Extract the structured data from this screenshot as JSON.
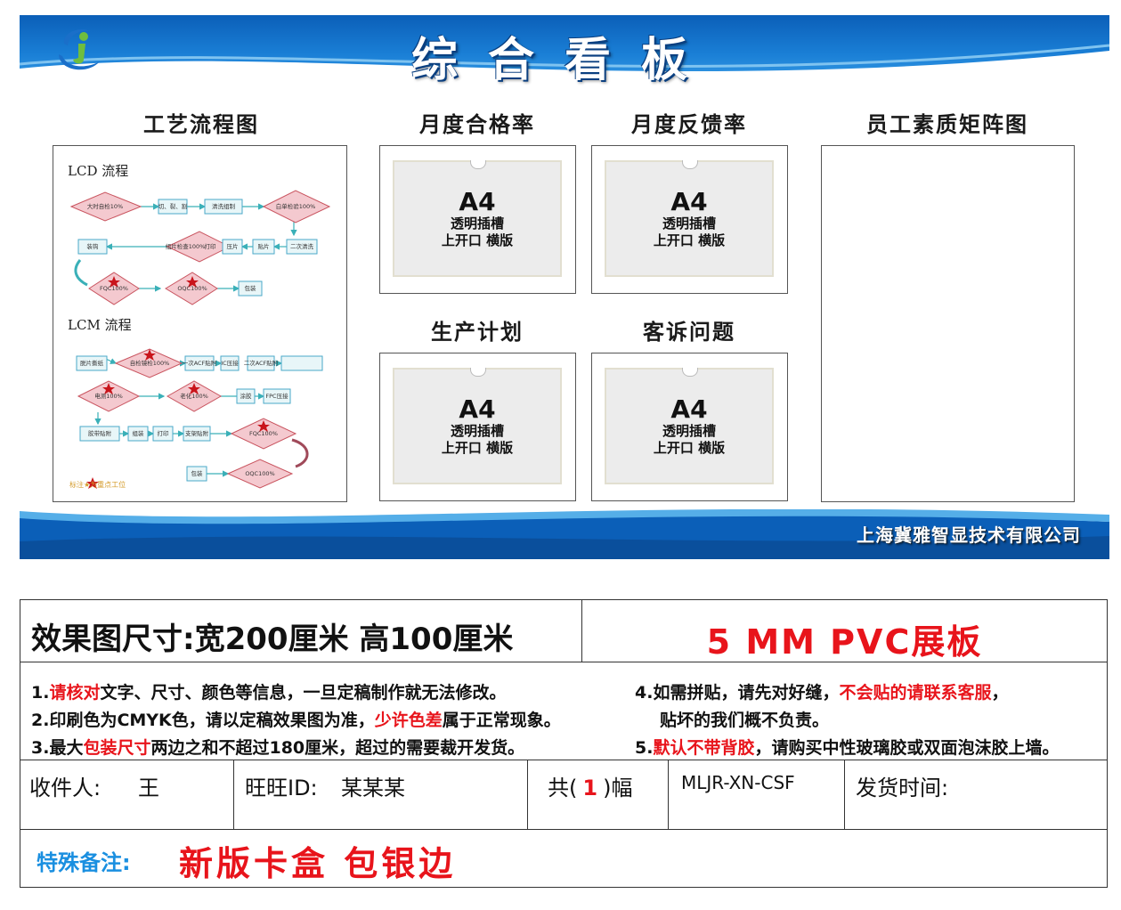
{
  "board": {
    "title": "综合看板",
    "company": "上海冀雅智显技术有限公司",
    "sections": {
      "process": "工艺流程图",
      "pass_rate": "月度合格率",
      "feedback_rate": "月度反馈率",
      "plan": "生产计划",
      "complaints": "客诉问题",
      "matrix": "员工素质矩阵图"
    },
    "slot": {
      "size": "A4",
      "line1": "透明插槽",
      "line2": "上开口 横版"
    },
    "flow": {
      "lcd_title": "LCD 流程",
      "lcd_nodes": [
        "大时自检10%",
        "切、裂、割",
        "清洗组制",
        "白单检验100%",
        "二次清洗",
        "贴片",
        "压片",
        "打印",
        "组片检查100%",
        "装钩",
        "FQC100%",
        "OQC100%",
        "包装"
      ],
      "lcm_title": "LCM 流程",
      "lcm_nodes": [
        "脱片撕纸",
        "自检镜检100%",
        "一次ACF贴附",
        "IC压接",
        "二次ACF贴附",
        "电测100%",
        "老化100%",
        "涂胶",
        "FPC压接",
        "胶带贴附",
        "组装",
        "打印",
        "支架贴附",
        "FQC100%",
        "OQC100%",
        "包装"
      ],
      "legend": "标注★为重点工位"
    }
  },
  "spec": {
    "size": "效果图尺寸:宽200厘米  高100厘米",
    "material": "5 MM PVC展板",
    "notes": {
      "n1_a": "1.",
      "n1_b": "请核对",
      "n1_c": "文字、尺寸、颜色等信息，一旦定稿制作就无法修改。",
      "n2_a": "2.印刷色为CMYK色，请以定稿效果图为准，",
      "n2_b": "少许色差",
      "n2_c": "属于正常现象。",
      "n3_a": "3.最大",
      "n3_b": "包装尺寸",
      "n3_c": "两边之和不超过180厘米，超过的需要裁开发货。",
      "n4_a": "4.如需拼贴，请先对好缝，",
      "n4_b": "不会贴的请联系客服",
      "n4_c": "，",
      "n4_d": "贴坏的我们概不负责。",
      "n5_a": "5.",
      "n5_b": "默认不带背胶",
      "n5_c": "，请购买中性玻璃胶或双面泡沫胶上墙。"
    },
    "recipient_label": "收件人:",
    "recipient_value": "王",
    "wangwang_label": "旺旺ID:",
    "wangwang_value": "某某某",
    "count_prefix": "共(",
    "count_value": "1",
    "count_suffix": ")幅",
    "code": "MLJR-XN-CSF",
    "ship_label": "发货时间:",
    "remark_label": "特殊备注:",
    "remark_value": "新版卡盒  包银边"
  }
}
